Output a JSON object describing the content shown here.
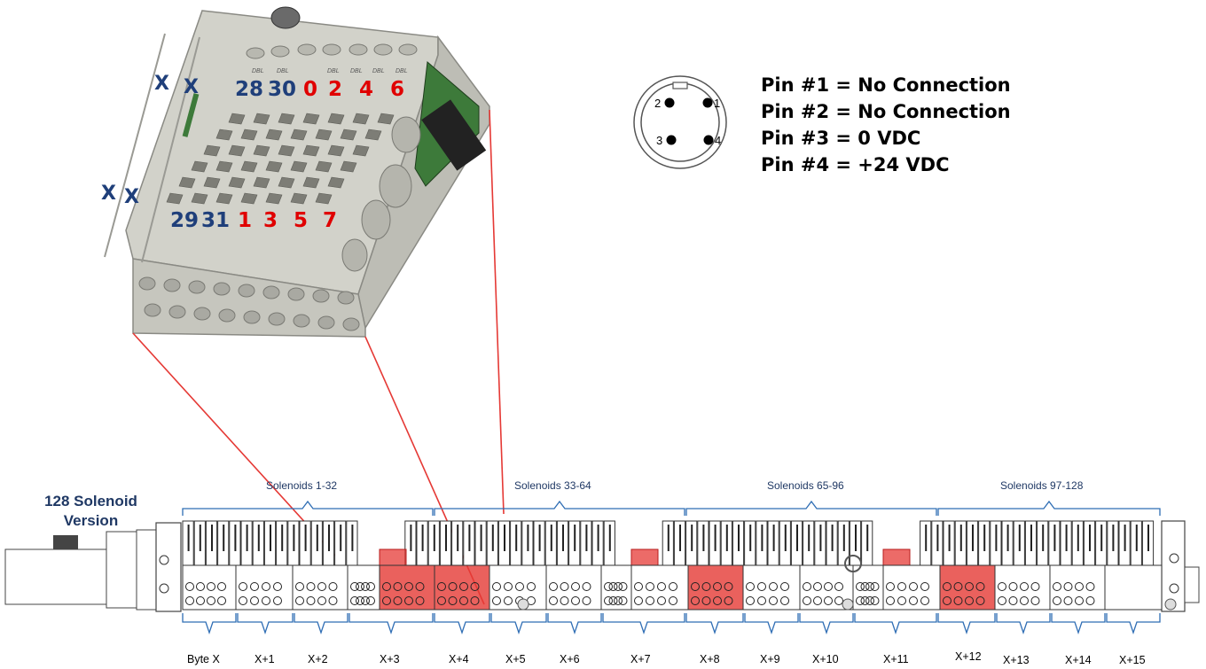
{
  "connector": {
    "pins": [
      {
        "number": "1",
        "text": "Pin #1 = No Connection"
      },
      {
        "number": "2",
        "text": "Pin #2 = No Connection"
      },
      {
        "number": "3",
        "text": "Pin #3 = 0 VDC"
      },
      {
        "number": "4",
        "text": "Pin #4 = +24 VDC"
      }
    ]
  },
  "version_label": {
    "line1": "128 Solenoid",
    "line2": "Version"
  },
  "solenoid_groups": [
    "Solenoids 1-32",
    "Solenoids 33-64",
    "Solenoids 65-96",
    "Solenoids 97-128"
  ],
  "byte_labels": [
    "Byte X",
    "X+1",
    "X+2",
    "X+3",
    "X+4",
    "X+5",
    "X+6",
    "X+7",
    "X+8",
    "X+9",
    "X+10",
    "X+11",
    "X+12",
    "X+13",
    "X+14",
    "X+15"
  ],
  "module": {
    "x_marks": [
      "X",
      "X",
      "X",
      "X"
    ],
    "dbl_marks": [
      "DBL",
      "DBL",
      "DBL",
      "DBL",
      "DBL",
      "DBL"
    ],
    "top_numbers": [
      "28",
      "30",
      "0",
      "2",
      "4",
      "6"
    ],
    "bottom_numbers": [
      "29",
      "31",
      "1",
      "3",
      "5",
      "7"
    ]
  },
  "colors": {
    "highlight": "#e53935",
    "group_blue": "#2e6db4",
    "module_gray": "#d8d8d0",
    "number_blue": "#1f3f7a",
    "number_red": "#e00000"
  }
}
